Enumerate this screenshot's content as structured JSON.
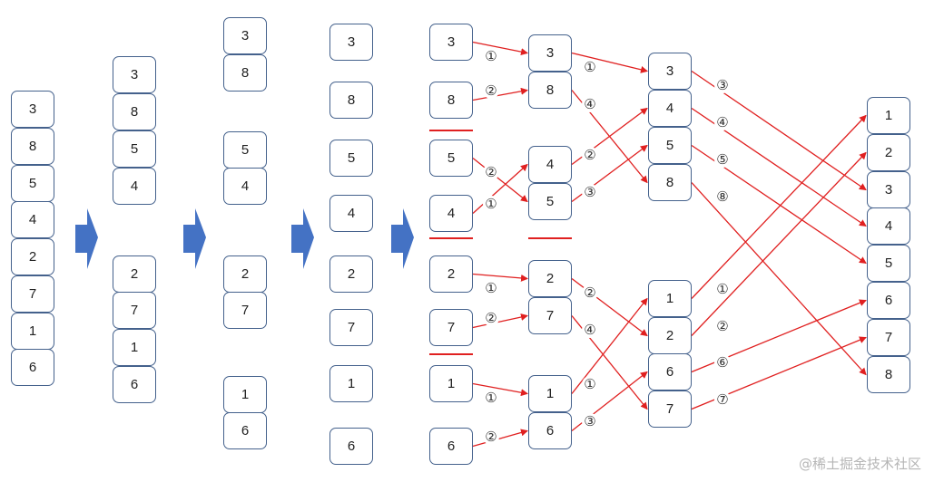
{
  "title": "Merge sort: split and merge steps",
  "colors": {
    "box_border": "#44618c",
    "link": "#e02020",
    "arrow": "#4472c4"
  },
  "columns": [
    {
      "id": "c1",
      "values": [
        3,
        8,
        5,
        4,
        2,
        7,
        1,
        6
      ]
    },
    {
      "id": "c2",
      "values": [
        3,
        8,
        5,
        4,
        2,
        7,
        1,
        6
      ]
    },
    {
      "id": "c3",
      "values": [
        3,
        8,
        5,
        4,
        2,
        7,
        1,
        6
      ]
    },
    {
      "id": "c4",
      "values": [
        3,
        8,
        5,
        4,
        2,
        7,
        1,
        6
      ]
    },
    {
      "id": "c5",
      "values": [
        3,
        8,
        5,
        4,
        2,
        7,
        1,
        6
      ]
    },
    {
      "id": "c6",
      "values": [
        3,
        8,
        4,
        5,
        2,
        7,
        1,
        6
      ]
    },
    {
      "id": "c7",
      "values": [
        3,
        4,
        5,
        8,
        1,
        2,
        6,
        7
      ]
    },
    {
      "id": "c8",
      "values": [
        1,
        2,
        3,
        4,
        5,
        6,
        7,
        8
      ]
    }
  ],
  "merge_steps": [
    {
      "from_col": 4,
      "from": 0,
      "to": 0,
      "order": "①"
    },
    {
      "from_col": 4,
      "from": 1,
      "to": 1,
      "order": "②"
    },
    {
      "from_col": 4,
      "from": 2,
      "to": 3,
      "order": "②"
    },
    {
      "from_col": 4,
      "from": 3,
      "to": 2,
      "order": "①"
    },
    {
      "from_col": 4,
      "from": 4,
      "to": 4,
      "order": "①"
    },
    {
      "from_col": 4,
      "from": 5,
      "to": 5,
      "order": "②"
    },
    {
      "from_col": 4,
      "from": 6,
      "to": 6,
      "order": "①"
    },
    {
      "from_col": 4,
      "from": 7,
      "to": 7,
      "order": "②"
    },
    {
      "from_col": 5,
      "from": 0,
      "to": 0,
      "order": "①"
    },
    {
      "from_col": 5,
      "from": 1,
      "to": 3,
      "order": "④"
    },
    {
      "from_col": 5,
      "from": 2,
      "to": 1,
      "order": "②"
    },
    {
      "from_col": 5,
      "from": 3,
      "to": 2,
      "order": "③"
    },
    {
      "from_col": 5,
      "from": 4,
      "to": 5,
      "order": "②"
    },
    {
      "from_col": 5,
      "from": 5,
      "to": 7,
      "order": "④"
    },
    {
      "from_col": 5,
      "from": 6,
      "to": 4,
      "order": "①"
    },
    {
      "from_col": 5,
      "from": 7,
      "to": 6,
      "order": "③"
    },
    {
      "from_col": 6,
      "from": 0,
      "to": 2,
      "order": "③"
    },
    {
      "from_col": 6,
      "from": 1,
      "to": 3,
      "order": "④"
    },
    {
      "from_col": 6,
      "from": 2,
      "to": 4,
      "order": "⑤"
    },
    {
      "from_col": 6,
      "from": 3,
      "to": 7,
      "order": "⑧"
    },
    {
      "from_col": 6,
      "from": 4,
      "to": 0,
      "order": "①"
    },
    {
      "from_col": 6,
      "from": 5,
      "to": 1,
      "order": "②"
    },
    {
      "from_col": 6,
      "from": 6,
      "to": 5,
      "order": "⑥"
    },
    {
      "from_col": 6,
      "from": 7,
      "to": 6,
      "order": "⑦"
    }
  ],
  "watermark": "@稀土掘金技术社区"
}
